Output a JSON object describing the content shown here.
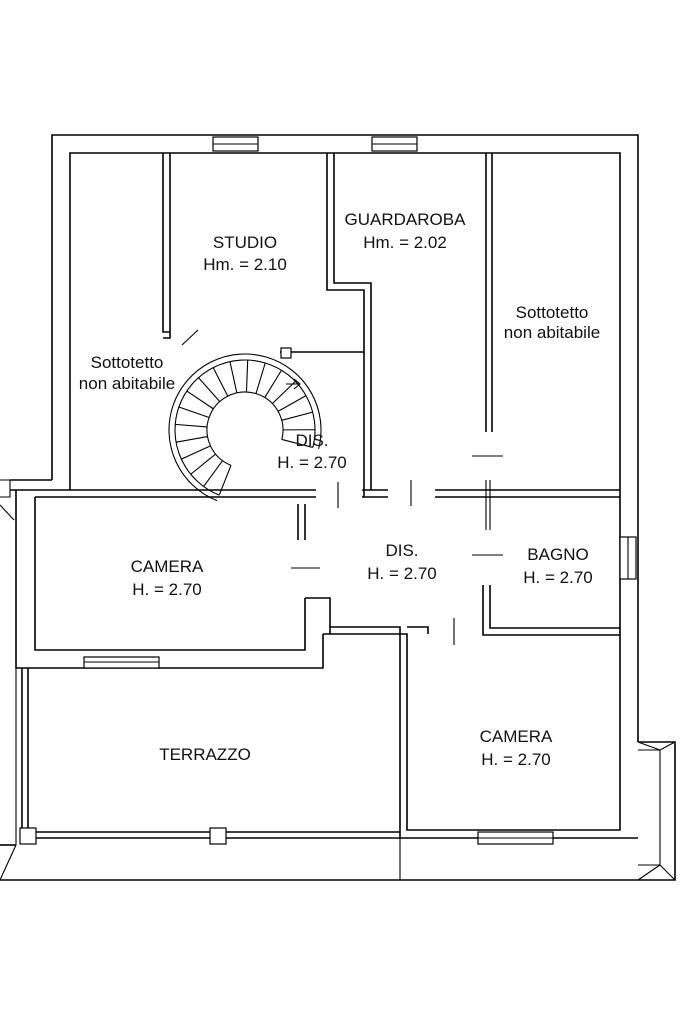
{
  "plan": {
    "colors": {
      "line": "#000000",
      "background": "#ffffff",
      "text": "#111111"
    },
    "rooms": {
      "studio": {
        "name": "STUDIO",
        "height": "Hm. = 2.10"
      },
      "guardaroba": {
        "name": "GUARDAROBA",
        "height": "Hm. = 2.02"
      },
      "sottotetto_left": {
        "line1": "Sottotetto",
        "line2": "non abitabile"
      },
      "sottotetto_right": {
        "line1": "Sottotetto",
        "line2": "non abitabile"
      },
      "dis_upper": {
        "name": "DIS.",
        "height": "H. = 2.70"
      },
      "dis_center": {
        "name": "DIS.",
        "height": "H. = 2.70"
      },
      "camera_left": {
        "name": "CAMERA",
        "height": "H. = 2.70"
      },
      "bagno": {
        "name": "BAGNO",
        "height": "H. = 2.70"
      },
      "camera_bottom": {
        "name": "CAMERA",
        "height": "H. = 2.70"
      },
      "terrazzo": {
        "name": "TERRAZZO"
      }
    }
  }
}
